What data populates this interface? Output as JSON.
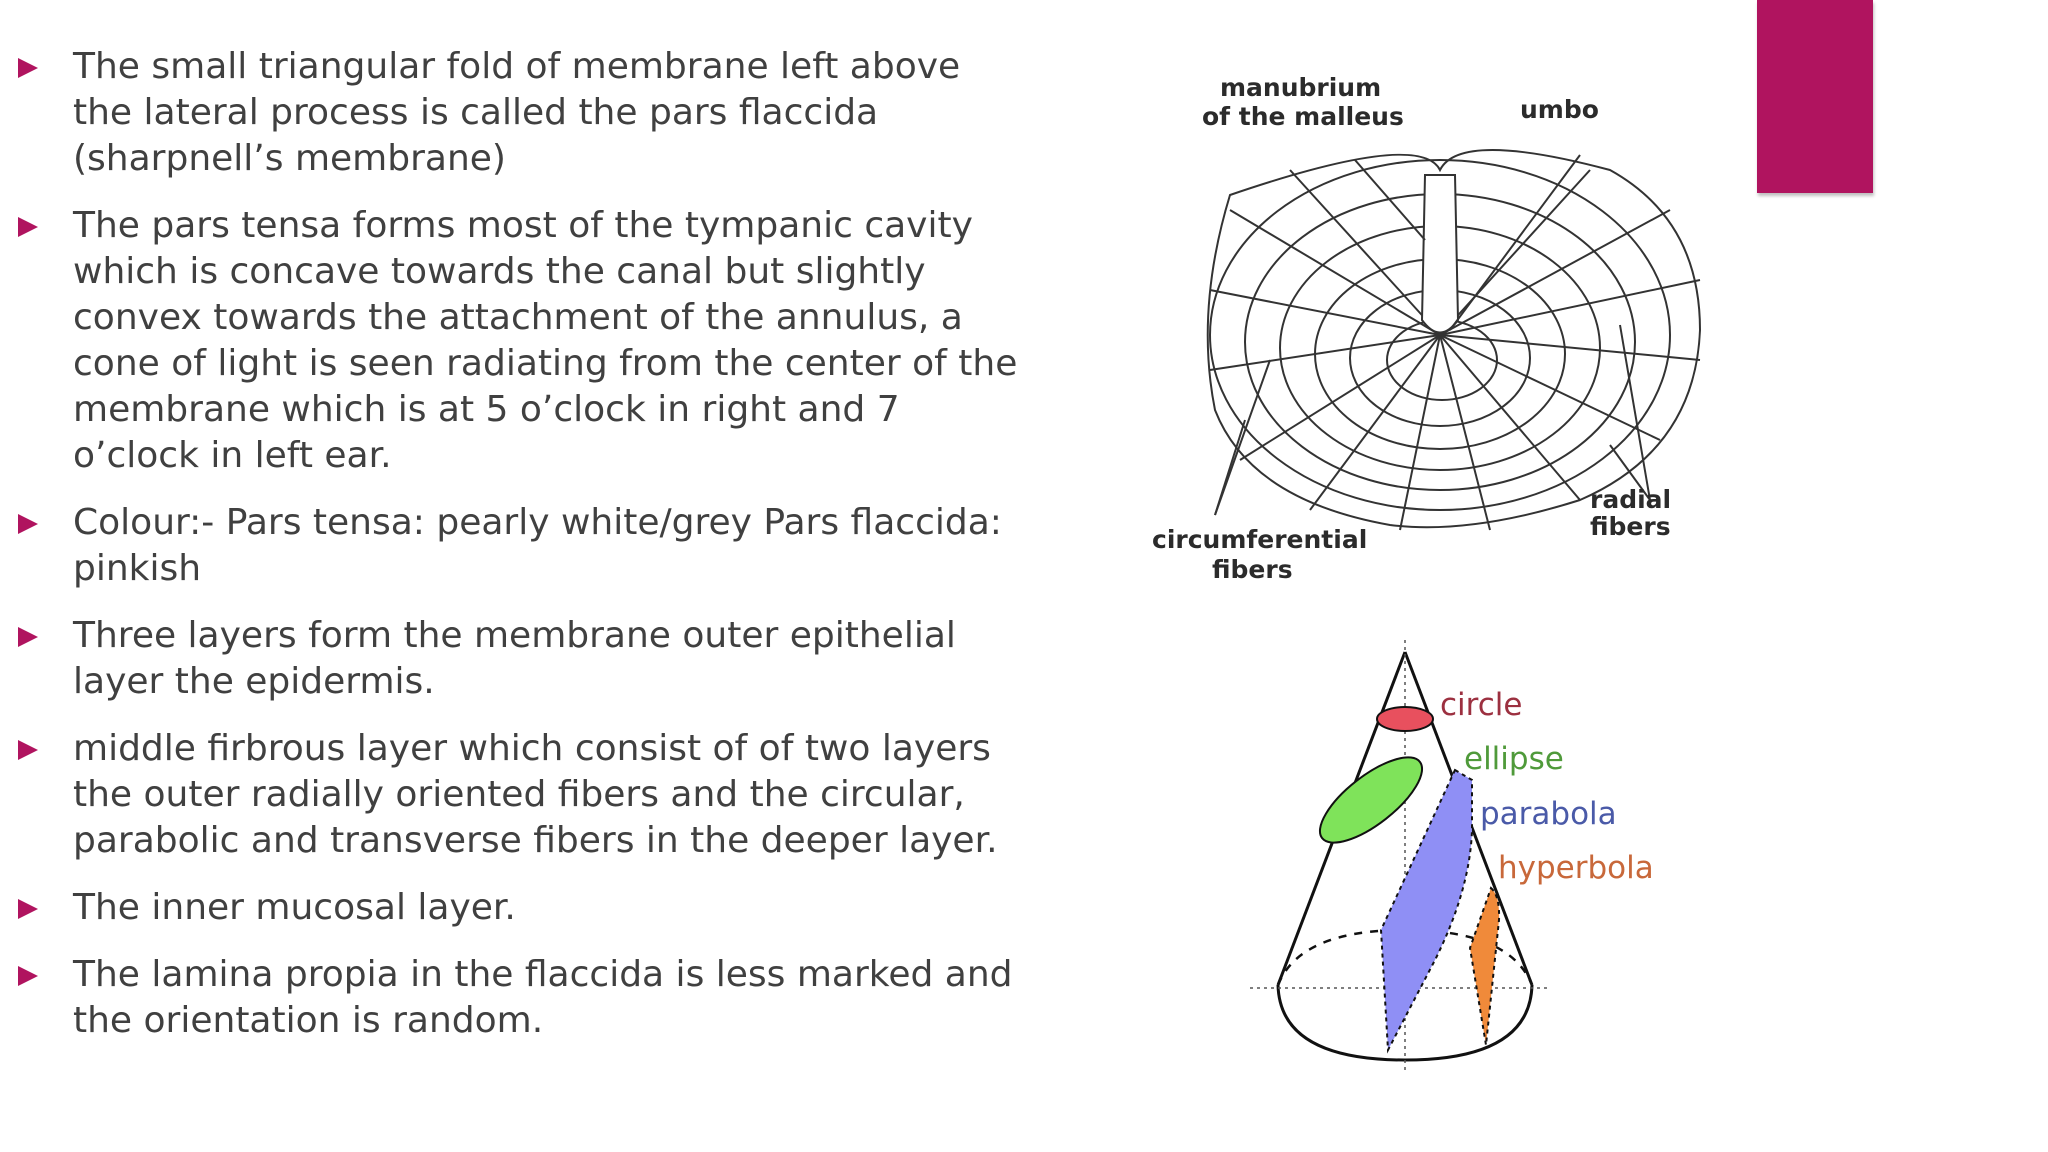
{
  "slide": {
    "accent_color": "#b0145f",
    "bullet_marker": "right-triangle-icon",
    "bullets": [
      "The small triangular fold of membrane left above the lateral process is called the pars flaccida (sharpnell’s membrane)",
      "The pars tensa forms most of the tympanic cavity which is concave towards the canal but slightly convex towards the attachment of the annulus, a cone of light is seen radiating from the center of the membrane which is at 5 o’clock in right and 7 o’clock in left ear.",
      "Colour:- Pars tensa: pearly white/grey  Pars flaccida: pinkish",
      "Three layers form the membrane outer epithelial layer the epidermis.",
      "middle firbrous layer which consist of of two layers the outer radially oriented fibers and the circular, parabolic and transverse  fibers in the deeper layer.",
      "The inner mucosal layer.",
      "The lamina propia in the flaccida is less marked and the orientation is random."
    ]
  },
  "figure_tympanic": {
    "labels": {
      "manubrium_line1": "manubrium",
      "manubrium_line2": "of the malleus",
      "umbo": "umbo",
      "circumferential_line1": "circumferential",
      "circumferential_line2": "fibers",
      "radial_line1": "radial",
      "radial_line2": "fibers"
    }
  },
  "figure_cone": {
    "labels": {
      "circle": "circle",
      "ellipse": "ellipse",
      "parabola": "parabola",
      "hyperbola": "hyperbola"
    },
    "colors": {
      "circle": "#e8505e",
      "ellipse": "#7fe35a",
      "parabola": "#8f8ff5",
      "hyperbola": "#f08a3a",
      "circle_text": "#9c3040",
      "ellipse_text": "#4f9a3a",
      "parabola_text": "#4a5aa8",
      "hyperbola_text": "#c8683a"
    }
  }
}
